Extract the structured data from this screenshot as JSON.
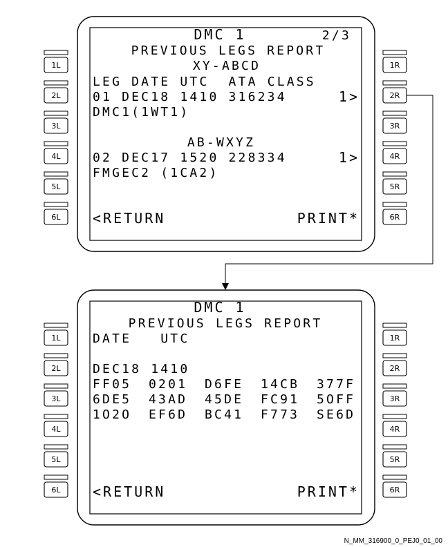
{
  "colors": {
    "ink": "#000000",
    "paper": "#ffffff"
  },
  "left_keys": [
    "1L",
    "2L",
    "3L",
    "4L",
    "5L",
    "6L"
  ],
  "right_keys": [
    "1R",
    "2R",
    "3R",
    "4R",
    "5R",
    "6R"
  ],
  "page1": {
    "title": "DMC 1",
    "page_num": "2/3",
    "subtitle": "PREVIOUS LEGS REPORT",
    "reg1": "XY-ABCD",
    "header": "LEG DATE UTC  ATA CLASS",
    "leg1_line": "01 DEC18 1410 316234",
    "leg1_class": "1>",
    "leg1_source": "DMC1(1WT1)",
    "reg2": "AB-WXYZ",
    "leg2_line": "02 DEC17 1520 228334",
    "leg2_class": "1>",
    "leg2_source": "FMGEC2 (1CA2)",
    "return": "<RETURN",
    "print": "PRINT*"
  },
  "page2": {
    "title": "DMC 1",
    "subtitle": "PREVIOUS LEGS REPORT",
    "header": "DATE   UTC",
    "date_line": "DEC18 1410",
    "hex_rows": [
      [
        "FF05",
        "0201",
        "D6FE",
        "14CB",
        "377F"
      ],
      [
        "6DE5",
        "43AD",
        "45DE",
        "FC91",
        "5OFF"
      ],
      [
        "1O2O",
        "EF6D",
        "BC41",
        "F773",
        "SE6D"
      ]
    ],
    "return": "<RETURN",
    "print": "PRINT*"
  },
  "figure_ref": "N_MM_316900_0_PEJ0_01_00"
}
